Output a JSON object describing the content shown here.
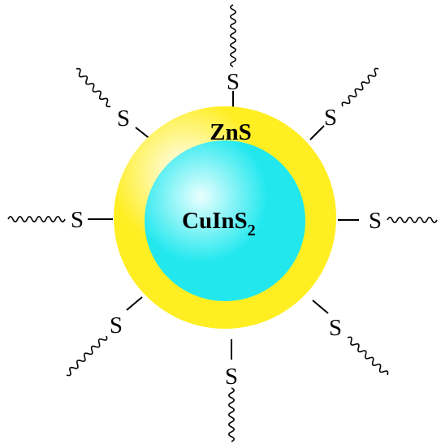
{
  "diagram": {
    "shell_label": "ZnS",
    "core_label_main": "CuInS",
    "core_label_sub": "2",
    "ligand_atom": "S",
    "colors": {
      "shell": "#ffee22",
      "shell_highlight": "#ffffff",
      "core": "#22e8ee",
      "core_highlight": "#eaffff",
      "line": "#000000"
    },
    "ligands": [
      {
        "name": "ligand-top",
        "symbol": "S"
      },
      {
        "name": "ligand-top-right",
        "symbol": "S"
      },
      {
        "name": "ligand-right",
        "symbol": "S"
      },
      {
        "name": "ligand-bottom-right",
        "symbol": "S"
      },
      {
        "name": "ligand-bottom",
        "symbol": "S"
      },
      {
        "name": "ligand-bottom-left",
        "symbol": "S"
      },
      {
        "name": "ligand-left",
        "symbol": "S"
      },
      {
        "name": "ligand-top-left",
        "symbol": "S"
      }
    ]
  }
}
